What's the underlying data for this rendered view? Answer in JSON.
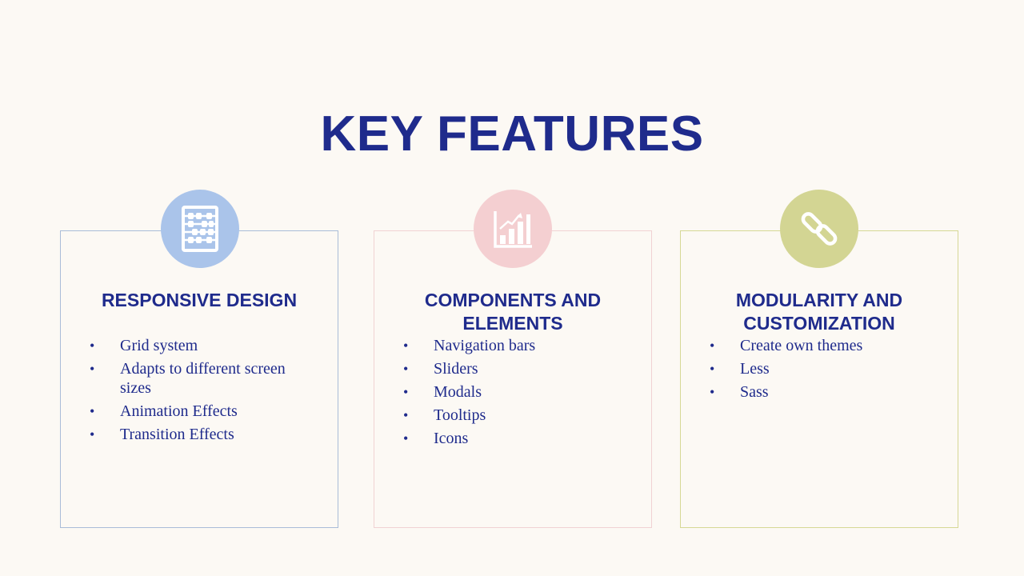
{
  "title": "KEY FEATURES",
  "colors": {
    "primary_text": "#1f2b8c",
    "background": "#fcf9f4",
    "card1_accent": "#aac4ea",
    "card2_accent": "#f4cfd1",
    "card3_accent": "#d3d593"
  },
  "cards": [
    {
      "icon": "abacus-icon",
      "heading_lines": [
        "RESPONSIVE DESIGN"
      ],
      "items": [
        "Grid system",
        "Adapts to different screen sizes",
        "Animation Effects",
        "Transition Effects"
      ]
    },
    {
      "icon": "growth-chart-icon",
      "heading_lines": [
        "COMPONENTS AND",
        "ELEMENTS"
      ],
      "items": [
        "Navigation bars",
        "Sliders",
        "Modals",
        "Tooltips",
        "Icons"
      ]
    },
    {
      "icon": "link-icon",
      "heading_lines": [
        "MODULARITY AND",
        "CUSTOMIZATION"
      ],
      "items": [
        "Create own themes",
        "Less",
        "Sass"
      ]
    }
  ],
  "bullet_symbol": "•"
}
